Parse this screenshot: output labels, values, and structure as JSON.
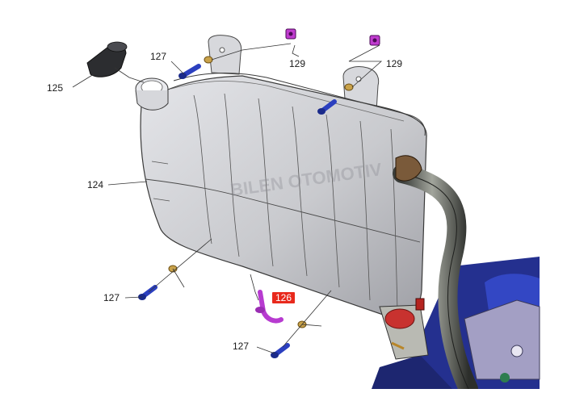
{
  "diagram": {
    "callouts": {
      "c124": "124",
      "c125": "125",
      "c126": "126",
      "c127a": "127",
      "c127b": "127",
      "c127c": "127",
      "c129a": "129",
      "c129b": "129"
    },
    "watermark": "BILEN OTOMOTIV",
    "highlight_color": "#e8291c",
    "tank_color": "#d2d3d7",
    "bolt_color": "#2b3fbf",
    "clip_color": "#c03ccf"
  }
}
